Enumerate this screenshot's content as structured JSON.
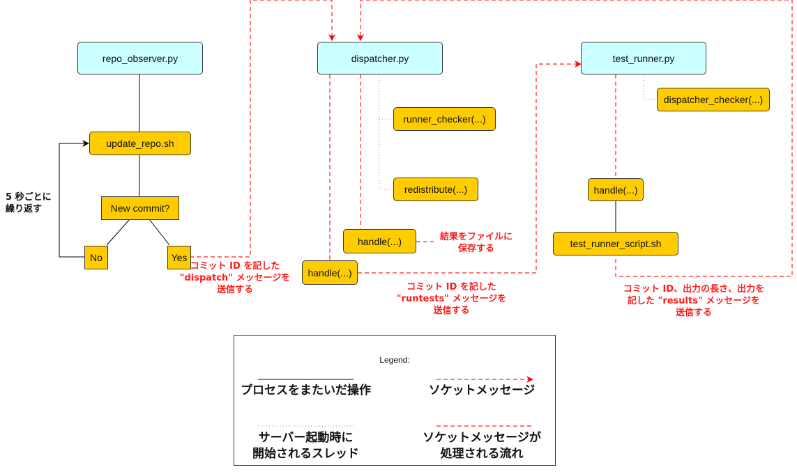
{
  "colors": {
    "process_fill": "#ccffff",
    "function_fill": "#ffcc00",
    "socket_message": "#ff0000",
    "thread_line": "#8080ff",
    "border": "#36393d"
  },
  "nodes": {
    "repo_observer": "repo_observer.py",
    "update_repo": "update_repo.sh",
    "new_commit": "New commit?",
    "no": "No",
    "yes": "Yes",
    "dispatcher": "dispatcher.py",
    "runner_checker": "runner_checker(...)",
    "redistribute": "redistribute(...)",
    "dispatcher_handle_results": "handle(...)",
    "dispatcher_handle_dispatch": "handle(...)",
    "test_runner": "test_runner.py",
    "dispatcher_checker": "dispatcher_checker(...)",
    "test_runner_handle": "handle(...)",
    "test_runner_script": "test_runner_script.sh"
  },
  "annotations": {
    "repeat": "5 秒ごとに\n繰り返す",
    "dispatch_msg": "コミット ID を記した\n\"dispatch\" メッセージを\n送信する",
    "save_result": "結果をファイルに\n保存する",
    "runtests_msg": "コミット ID を記した\n\"runtests\" メッセージを\n送信する",
    "results_msg": "コミット ID、出力の長さ、出力を\n記した \"results\" メッセージを\n送信する"
  },
  "legend": {
    "title": "Legend:",
    "items": [
      {
        "style": "solid",
        "label": "プロセスをまたいだ操作"
      },
      {
        "style": "dashed-arrow",
        "label": "ソケットメッセージ"
      },
      {
        "style": "dotted",
        "label": "サーバー起動時に\n開始されるスレッド"
      },
      {
        "style": "dashed",
        "label": "ソケットメッセージが\n処理される流れ"
      }
    ]
  }
}
